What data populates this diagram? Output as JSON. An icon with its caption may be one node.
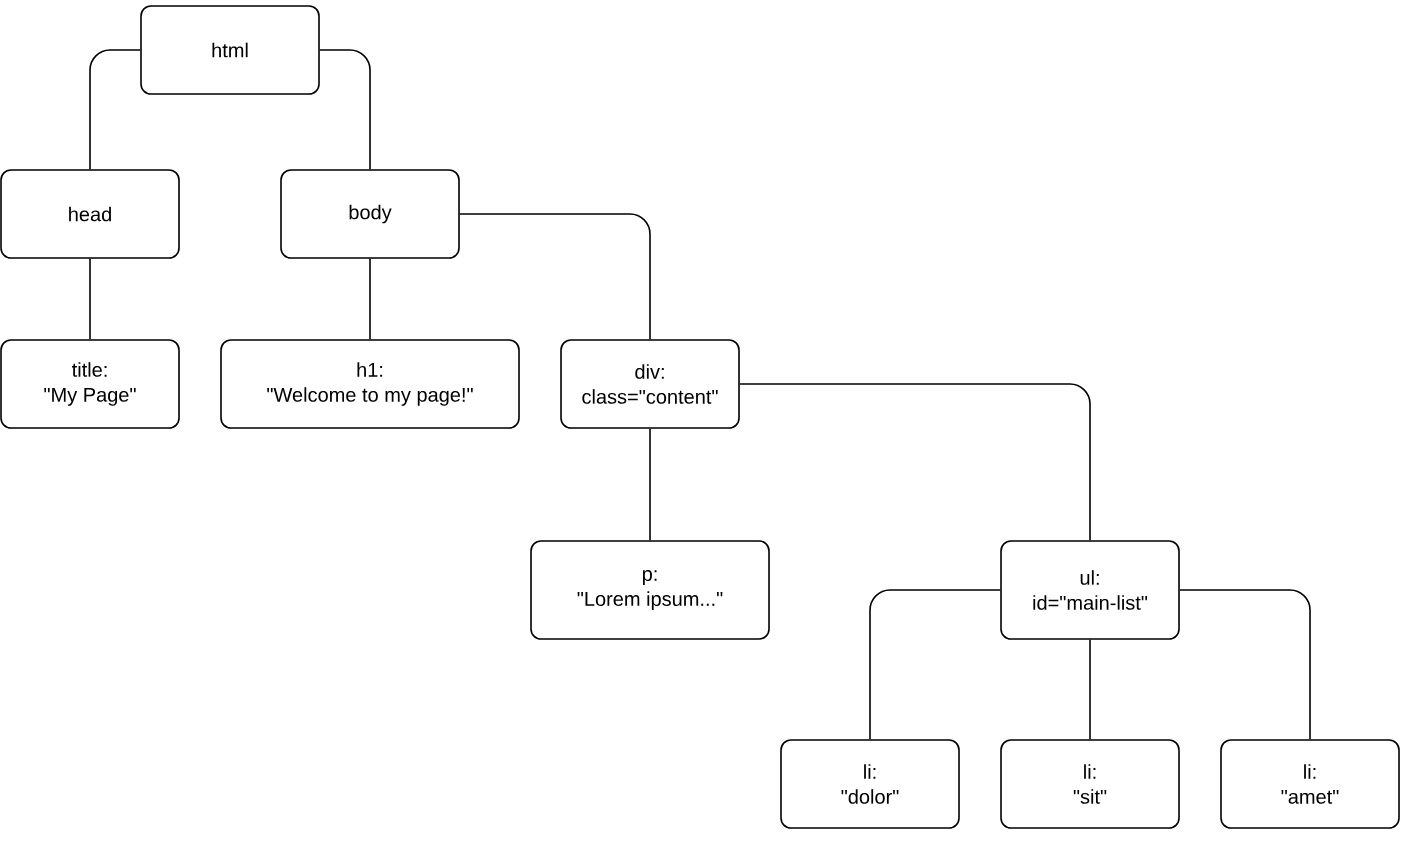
{
  "diagram": {
    "nodes": [
      {
        "text": [
          "html"
        ]
      },
      {
        "text": [
          "head"
        ]
      },
      {
        "text": [
          "body"
        ]
      },
      {
        "text": [
          "title:",
          "\"My Page\""
        ]
      },
      {
        "text": [
          "h1:",
          "\"Welcome to my page!\""
        ]
      },
      {
        "text": [
          "div:",
          "class=\"content\""
        ]
      },
      {
        "text": [
          "p:",
          "\"Lorem ipsum...\""
        ]
      },
      {
        "text": [
          "ul:",
          "id=\"main-list\""
        ]
      },
      {
        "text": [
          "li:",
          "\"dolor\""
        ]
      },
      {
        "text": [
          "li:",
          "\"sit\""
        ]
      },
      {
        "text": [
          "li:",
          "\"amet\""
        ]
      }
    ],
    "edges": [
      {
        "from": 0,
        "to": 1,
        "arrow": "none"
      },
      {
        "from": 0,
        "to": 2,
        "arrow": "none"
      },
      {
        "from": 1,
        "to": 3,
        "arrow": "none"
      },
      {
        "from": 2,
        "to": 4,
        "arrow": "none"
      },
      {
        "from": 2,
        "to": 5,
        "arrow": "none"
      },
      {
        "from": 5,
        "to": 6,
        "arrow": "none"
      },
      {
        "from": 5,
        "to": 7,
        "arrow": "none"
      },
      {
        "from": 7,
        "to": 8,
        "arrow": "none"
      },
      {
        "from": 7,
        "to": 9,
        "arrow": "none"
      },
      {
        "from": 7,
        "to": 10,
        "arrow": "none"
      }
    ]
  }
}
